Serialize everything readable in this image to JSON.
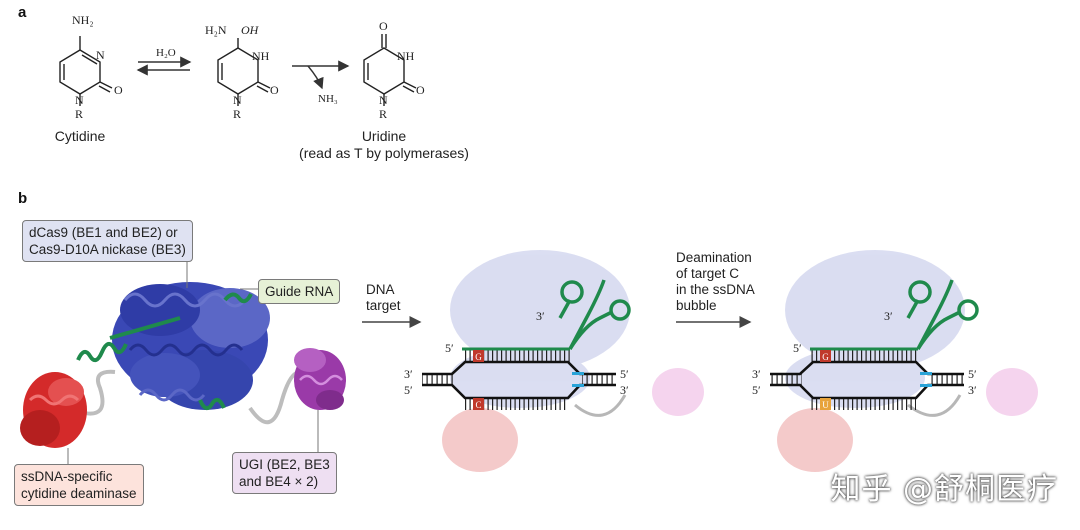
{
  "panel_a": {
    "label": "a",
    "cytidine": {
      "amine": "NH₂",
      "n": "N",
      "o": "O",
      "n1": "N",
      "r": "R",
      "name": "Cytidine"
    },
    "arrow1": {
      "reagent": "H₂O"
    },
    "intermediate": {
      "amine": "H₂N",
      "oh": "OH",
      "nh": "NH",
      "o": "O",
      "n1": "N",
      "r": "R"
    },
    "arrow2": {
      "byproduct": "NH₃"
    },
    "uridine": {
      "o_top": "O",
      "nh": "NH",
      "o": "O",
      "n1": "N",
      "r": "R",
      "name": "Uridine",
      "note": "(read as T by polymerases)"
    }
  },
  "panel_b": {
    "label": "b",
    "dcas9_label": [
      "dCas9 (BE1 and BE2) or",
      "Cas9-D10A nickase (BE3)"
    ],
    "guide_rna_label": "Guide RNA",
    "deaminase_label": [
      "ssDNA-specific",
      "cytidine deaminase"
    ],
    "ugi_label": [
      "UGI (BE2, BE3",
      "and BE4 × 2)"
    ],
    "dna_target_label": [
      "DNA",
      "target"
    ],
    "deamination_label": [
      "Deamination",
      "of target C",
      "in the ssDNA",
      "bubble"
    ],
    "strand_ends": {
      "five": "5′",
      "three": "3′"
    },
    "base_g": "G",
    "base_c": "C",
    "base_u": "U"
  },
  "colors": {
    "cas9": "#3a48b5",
    "guide_rna": "#1f8a4c",
    "deaminase": "#d42a2a",
    "ugi": "#9a3aa8",
    "dcas9_box": "#dfe2f2",
    "guide_box": "#e6f1d6",
    "deaminase_box": "#fde3dc",
    "ugi_box": "#eedff2"
  },
  "watermark": "知乎 @舒桐医疗"
}
